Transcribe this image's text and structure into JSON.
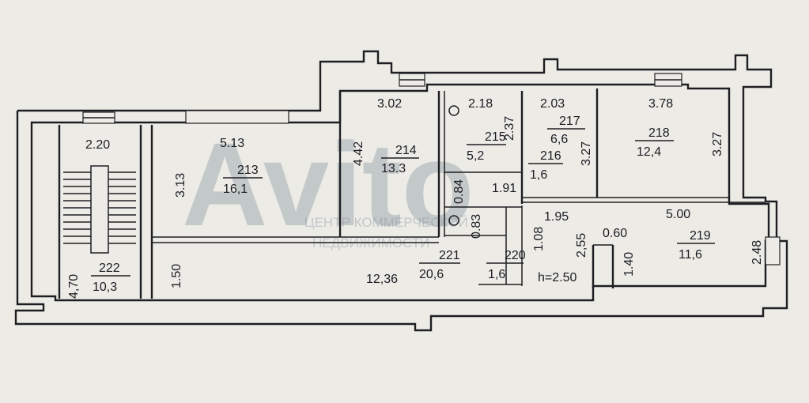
{
  "watermark": {
    "big": "Avito",
    "line1": "ЦЕНТР КОММЕРЧЕСКОЙ",
    "line2": "НЕДВИЖИМОСТИ"
  },
  "rooms": {
    "r213": {
      "number": "213",
      "area": "16,1"
    },
    "r214": {
      "number": "214",
      "area": "13.3"
    },
    "r215": {
      "number": "215",
      "area": "5,2"
    },
    "r216": {
      "number": "216",
      "area": "1,6"
    },
    "r217": {
      "number": "217",
      "area": "6,6"
    },
    "r218": {
      "number": "218",
      "area": "12,4"
    },
    "r219": {
      "number": "219",
      "area": "11,6"
    },
    "r220": {
      "number": "220",
      "area": "1,6"
    },
    "r221": {
      "number": "221",
      "area": "20,6"
    },
    "r222": {
      "number": "222",
      "area": "10,3"
    }
  },
  "dimensions": {
    "d220": "2.20",
    "d513": "5.13",
    "d313": "3.13",
    "d302": "3.02",
    "d442": "4.42",
    "d218": "2.18",
    "d237": "2.37",
    "d203": "2.03",
    "d327a": "3.27",
    "d378": "3.78",
    "d327b": "3.27",
    "d084": "0.84",
    "d191": "1.91",
    "d083": "0.83",
    "d108": "1.08",
    "d195": "1.95",
    "d255": "2,55",
    "d060": "0.60",
    "d500": "5.00",
    "d248": "2.48",
    "d140": "1.40",
    "d470": "4,70",
    "d150": "1.50",
    "d1236": "12,36"
  },
  "ceiling_height": "h=2.50"
}
